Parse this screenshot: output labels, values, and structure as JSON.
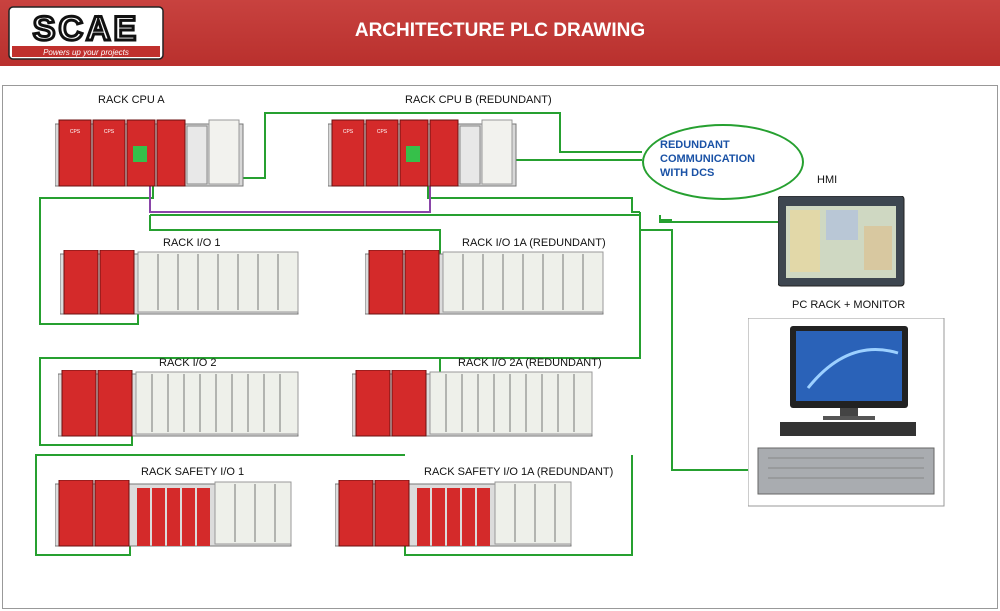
{
  "header": {
    "title": "ARCHITECTURE PLC DRAWING",
    "logo_text": "SCAE",
    "logo_tagline": "Powers up your projects"
  },
  "labels": {
    "rack_cpu_a": "RACK CPU A",
    "rack_cpu_b": "RACK CPU B (REDUNDANT)",
    "rack_io_1": "RACK I/O 1",
    "rack_io_1a": "RACK I/O 1A (REDUNDANT)",
    "rack_io_2": "RACK I/O 2",
    "rack_io_2a": "RACK I/O 2A (REDUNDANT)",
    "rack_safety_1": "RACK SAFETY I/O 1",
    "rack_safety_1a": "RACK SAFETY I/O 1A (REDUNDANT)",
    "hmi": "HMI",
    "pc_rack": "PC RACK + MONITOR"
  },
  "dcs_bubble": [
    "REDUNDANT",
    "COMMUNICATION",
    "WITH DCS"
  ],
  "colors": {
    "header": "#bf3a37",
    "module_red": "#d42a2a",
    "io_module": "#eef0ea",
    "wire_green": "#26a030",
    "wire_purple": "#8a45a8",
    "dcs_text": "#1a52a6"
  }
}
